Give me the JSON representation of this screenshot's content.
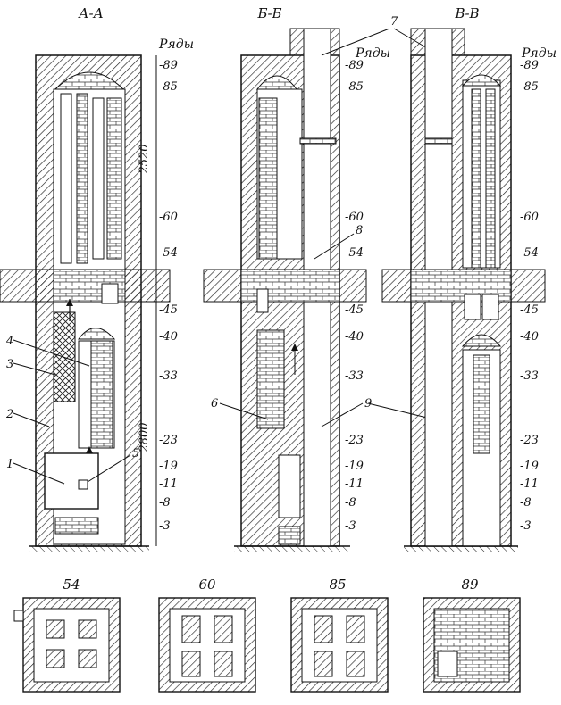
{
  "sections": [
    "А-А",
    "Б-Б",
    "В-В"
  ],
  "rows_label": "Ряды",
  "row_ticks_A": [
    "89",
    "85",
    "60",
    "54",
    "45",
    "40",
    "33",
    "23",
    "19",
    "11",
    "8",
    "3"
  ],
  "row_ticks_B": [
    "89",
    "85",
    "60",
    "54",
    "45",
    "40",
    "33",
    "23",
    "19",
    "11",
    "8",
    "3"
  ],
  "row_ticks_C": [
    "89",
    "85",
    "60",
    "54",
    "45",
    "40",
    "33",
    "23",
    "19",
    "11",
    "8",
    "3"
  ],
  "dimensions": {
    "upper": "2520",
    "lower": "2800"
  },
  "callouts_A": [
    "1",
    "2",
    "3",
    "4",
    "5"
  ],
  "callouts_B": [
    "6",
    "7",
    "8",
    "9"
  ],
  "plan_labels": [
    "54",
    "60",
    "85",
    "89"
  ]
}
